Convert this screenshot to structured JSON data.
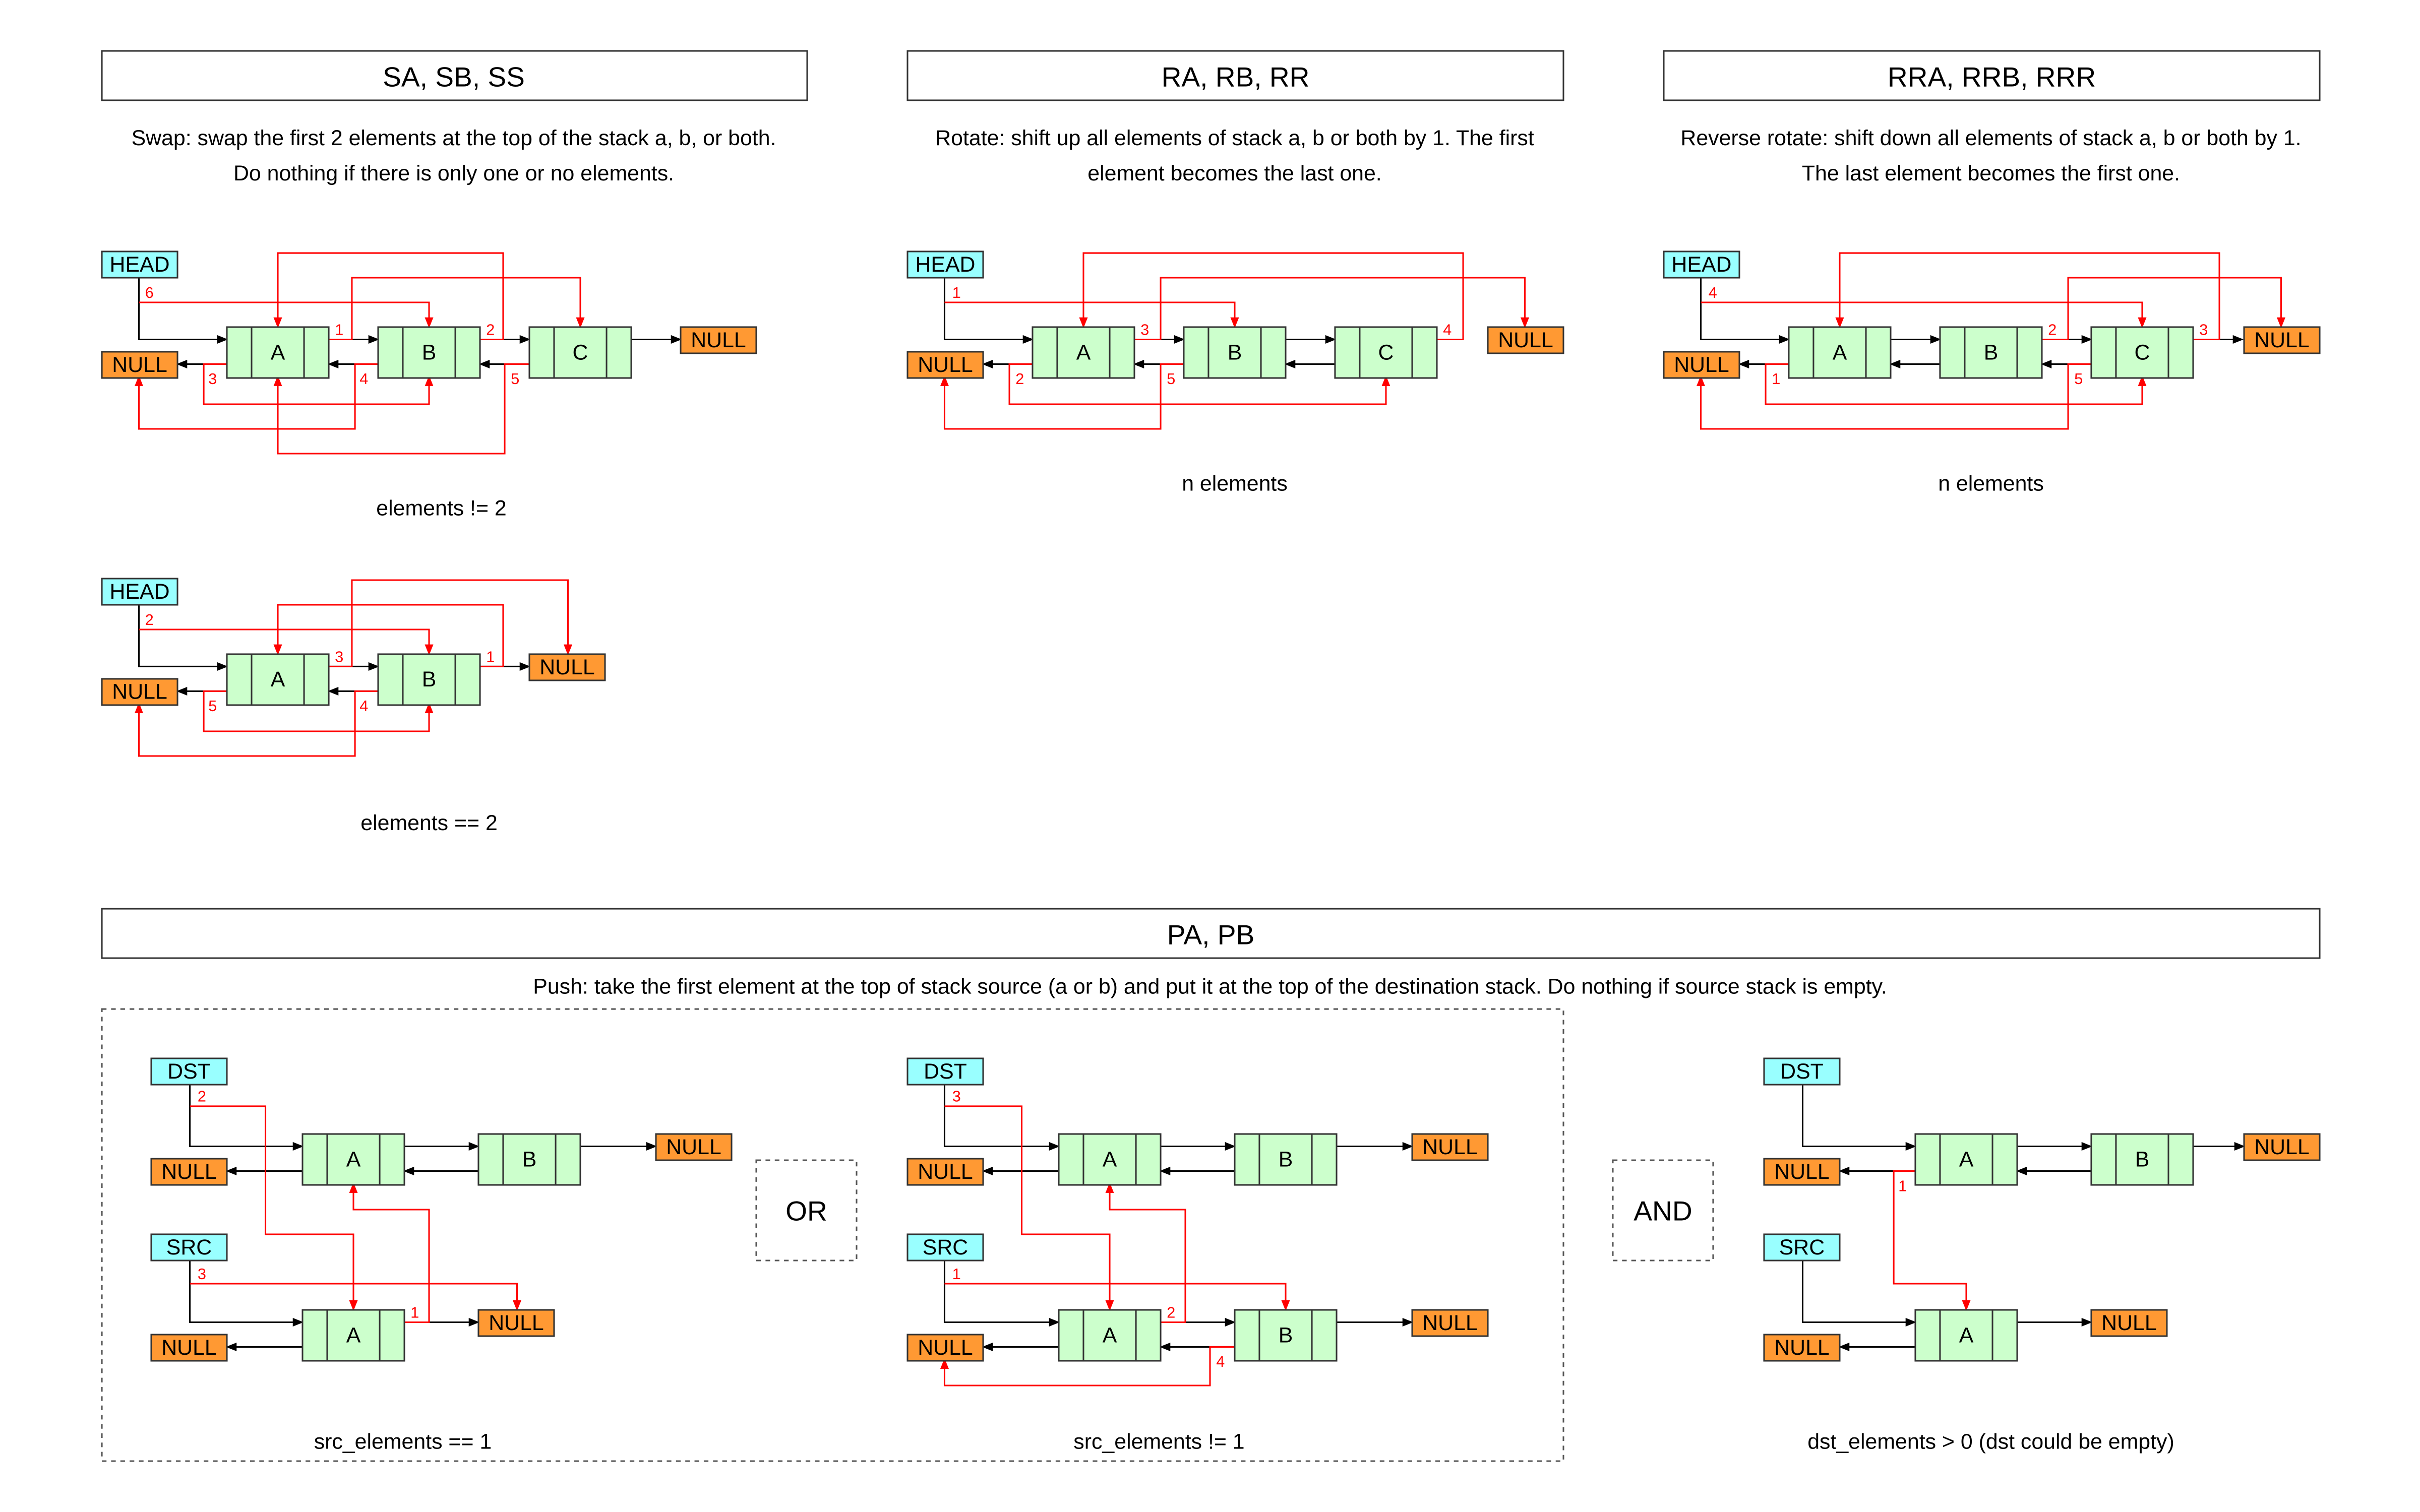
{
  "sections": {
    "swap": {
      "title": "SA, SB, SS",
      "desc_line1": "Swap: swap the first 2 elements at the top of the stack a, b, or both.",
      "desc_line2": "Do nothing if there is only one or no elements.",
      "caption_top": "elements != 2",
      "caption_bottom": "elements == 2"
    },
    "rotate": {
      "title": "RA, RB, RR",
      "desc_line1": "Rotate: shift up all elements of stack a, b or both by 1. The first",
      "desc_line2": "element becomes the last one.",
      "caption": "n elements"
    },
    "reverse": {
      "title": "RRA, RRB, RRR",
      "desc_line1": "Reverse rotate: shift down all elements of stack a, b or both by 1.",
      "desc_line2": "The last element becomes the first one.",
      "caption": "n elements"
    },
    "push": {
      "title": "PA, PB",
      "desc": "Push: take the first element at the top of stack source (a or b) and put it at the top of the destination stack. Do nothing if source stack is empty.",
      "or_label": "OR",
      "and_label": "AND",
      "caption_left": "src_elements == 1",
      "caption_mid": "src_elements != 1",
      "caption_right": "dst_elements > 0 (dst could be empty)"
    }
  },
  "labels": {
    "head": "HEAD",
    "null": "NULL",
    "dst": "DST",
    "src": "SRC",
    "a": "A",
    "b": "B",
    "c": "C"
  },
  "step_numbers": {
    "swap_top": [
      "6",
      "1",
      "2",
      "3",
      "4",
      "5"
    ],
    "swap_bottom": [
      "2",
      "3",
      "1",
      "5",
      "4"
    ],
    "rotate": [
      "1",
      "3",
      "4",
      "2",
      "5"
    ],
    "reverse": [
      "4",
      "2",
      "3",
      "1",
      "5"
    ],
    "push_left": [
      "2",
      "3",
      "1"
    ],
    "push_mid": [
      "3",
      "1",
      "2",
      "4"
    ],
    "push_right": [
      "1"
    ]
  },
  "colors": {
    "node_fill": "#ccffcc",
    "pointer_fill": "#99ffff",
    "null_fill": "#ff9933",
    "arrow_red": "#ff0000",
    "arrow_black": "#000000",
    "border": "#333333"
  }
}
